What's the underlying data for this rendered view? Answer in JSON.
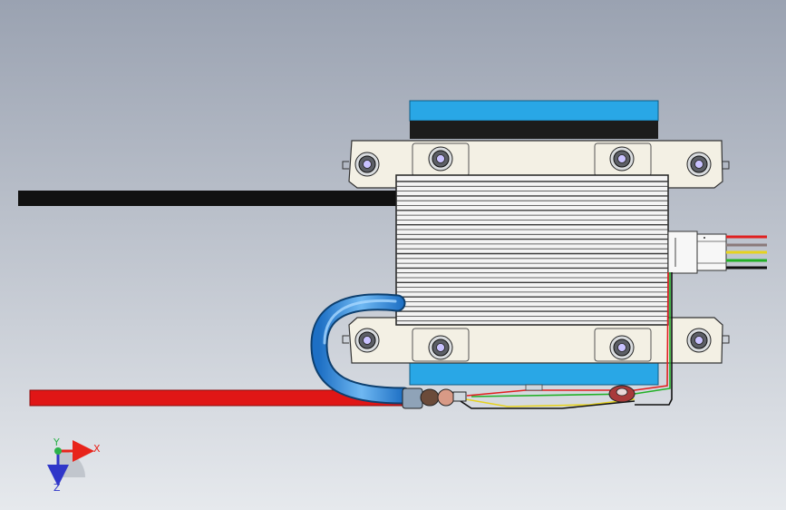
{
  "scene": {
    "background_top": "#9aa2b1",
    "background_bottom": "#e6e9ed"
  },
  "triad": {
    "x_label": "X",
    "y_label": "Y",
    "z_label": "Z",
    "x_color": "#e8241b",
    "y_color": "#2bb24a",
    "z_color": "#2f36c9"
  },
  "colors": {
    "heatsink_fill": "#f4f4f4",
    "fin_line": "#3a3a3a",
    "cap_blue": "#29a7e6",
    "cap_dark": "#1c1c1c",
    "flange": "#f3f0e4",
    "black_cable": "#111111",
    "red_cable": "#e01616",
    "blue_hose": "#2f8fe0",
    "wire_red": "#e02020",
    "wire_grey": "#8a7a7a",
    "wire_yellow": "#e6d21f",
    "wire_green": "#22b027",
    "wire_black": "#111111"
  }
}
